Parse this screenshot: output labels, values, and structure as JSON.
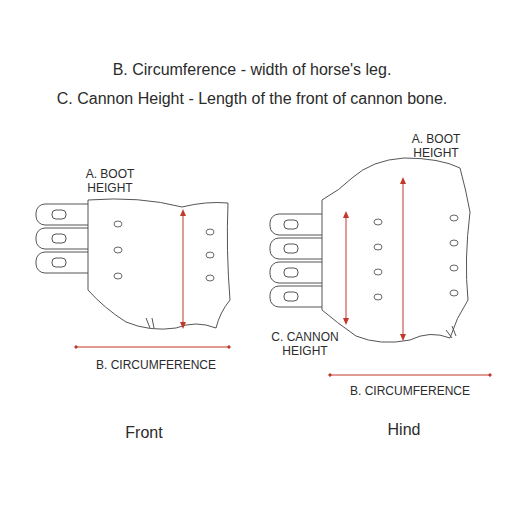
{
  "diagram": {
    "labels": [
      "B. Circumference - width of horse's leg.",
      "C. Cannon Height - Length of the front of cannon bone.",
      "A. BOOT HEIGHT",
      "B. CIRCUMFERENCE",
      "Front",
      "A. BOOT HEIGHT",
      "C. CANNON HEIGHT",
      "B. CIRCUMFERENCE",
      "Hind"
    ]
  }
}
